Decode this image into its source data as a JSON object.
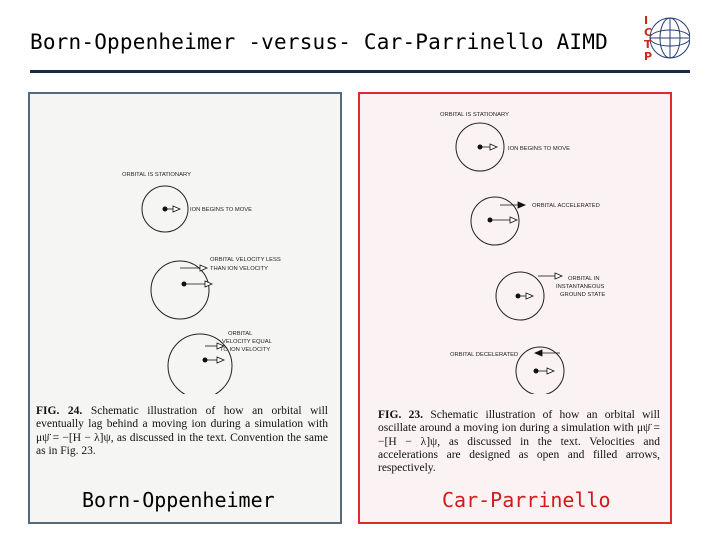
{
  "header": {
    "title": "Born-Oppenheimer -versus- Car-Parrinello AIMD",
    "logo_letters": [
      "I",
      "C",
      "T",
      "P"
    ]
  },
  "bo_panel": {
    "labels": {
      "stationary": "ORBITAL IS STATIONARY",
      "ion_moves": "ION BEGINS TO MOVE",
      "vel_less_1": "ORBITAL VELOCITY LESS",
      "vel_less_2": "THAN ION VELOCITY",
      "vel_equal_1": "ORBITAL",
      "vel_equal_2": "VELOCITY EQUAL",
      "vel_equal_3": "TO ION VELOCITY"
    },
    "caption": {
      "fig_number": "FIG. 24.",
      "text": "Schematic illustration of how an orbital will eventually lag behind a moving ion during a simulation with μψ̈ = −[H − λ]ψ, as discussed in the text. Convention the same as in Fig. 23."
    },
    "method": "Born-Oppenheimer"
  },
  "cp_panel": {
    "labels": {
      "stationary": "ORBITAL IS STATIONARY",
      "ion_moves": "ION BEGINS TO MOVE",
      "accelerated": "ORBITAL ACCELERATED",
      "instant_1": "ORBITAL IN",
      "instant_2": "INSTANTANEOUS",
      "instant_3": "GROUND STATE",
      "decelerated": "ORBITAL DECELERATED"
    },
    "caption": {
      "fig_number": "FIG. 23.",
      "text": "Schematic illustration of how an orbital will oscillate around a moving ion during a simulation with μψ̈ = −[H − λ]ψ, as discussed in the text. Velocities and accelerations are designed as open and filled arrows, respectively."
    },
    "method": "Car-Parrinello"
  },
  "colors": {
    "bo_border": "#556b7d",
    "cp_border": "#e12b2b",
    "rule": "#1c2a4a",
    "cp_label": "#d11a1a"
  }
}
